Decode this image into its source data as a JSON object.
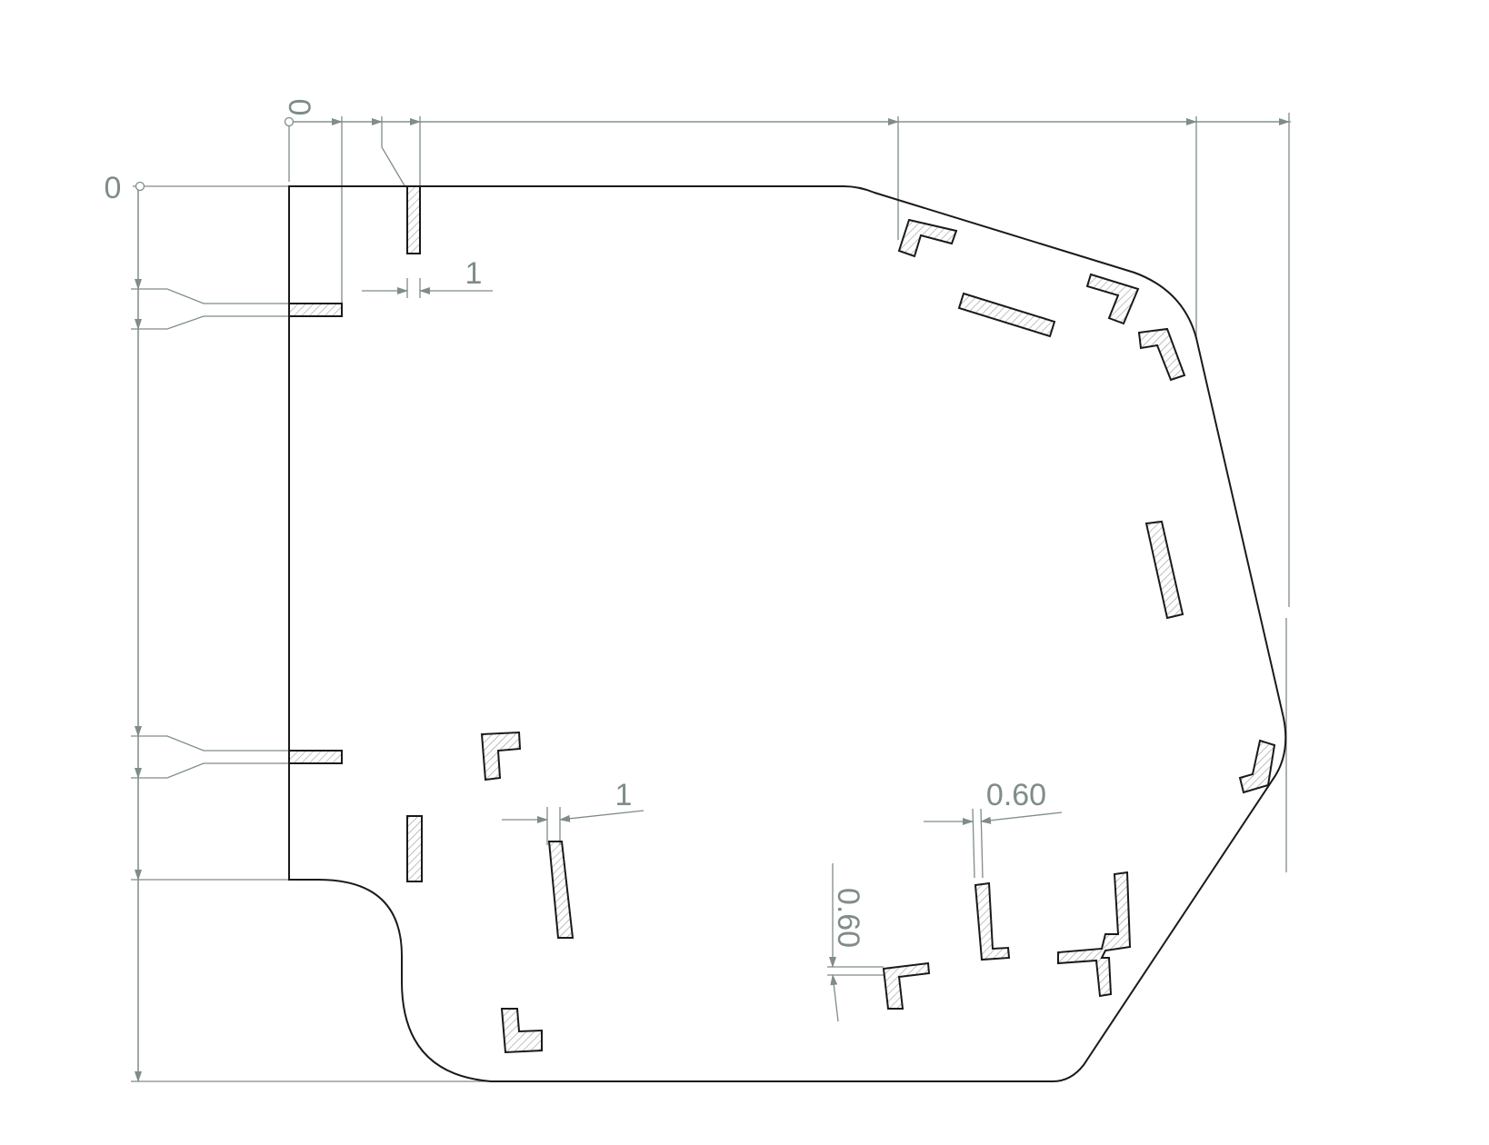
{
  "colors": {
    "outline": "#1a1a1a",
    "dimension": "#7f8c8a",
    "hatch": "#9aa3a1"
  },
  "labels": {
    "origin_x": "0",
    "origin_y": "0",
    "slot_width_top": "1",
    "slot_width_bottom": "1",
    "gap_horizontal": "0.60",
    "gap_vertical": "0.60"
  }
}
